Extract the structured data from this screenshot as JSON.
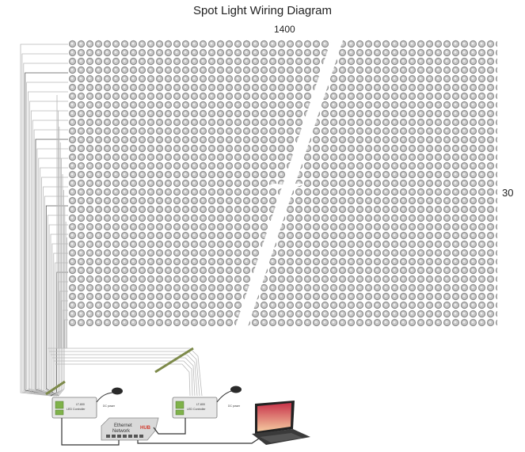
{
  "title": "Spot Light Wiring Diagram",
  "grid": {
    "columns_label": "1400",
    "rows_label": "30"
  },
  "controllers": [
    {
      "model": "LT-800",
      "name": "LED Controller",
      "adapter_label": "DC power"
    },
    {
      "model": "LT-800",
      "name": "LED Controller",
      "adapter_label": "DC power"
    }
  ],
  "hub": {
    "label_line1": "Ethernet",
    "label_line2": "Network",
    "brand": "HUB"
  },
  "colors": {
    "led_face": "#c9c9c9",
    "led_ring": "#8e8e8e",
    "led_center": "#f2f2f2",
    "wire": "#b8b8b8",
    "wire_dark": "#555555",
    "hub_body": "#d9d9d9",
    "hub_brand": "#d23b2e",
    "controller_body": "#e8e8e8",
    "controller_keys": "#7fb24a",
    "laptop_screen_top": "#c8334a",
    "laptop_screen_bottom": "#f5c9a0"
  },
  "icons": {
    "led": "led-spot-icon",
    "adapter": "power-adapter-icon",
    "laptop": "laptop-icon",
    "hub": "network-hub-icon",
    "controller": "led-controller-icon"
  }
}
